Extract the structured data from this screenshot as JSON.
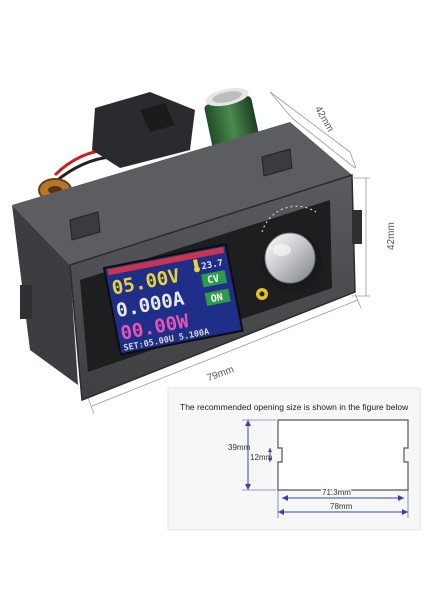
{
  "dimensions": {
    "top_depth": "42mm",
    "side_height": "42mm",
    "front_width": "79mm"
  },
  "display": {
    "voltage": "05.00V",
    "current": "0.000A",
    "power": "00.00W",
    "temperature": "23.7",
    "mode_badge": "CV",
    "output_badge": "ON",
    "set_line": "SET:05.00U 5.100A"
  },
  "figure": {
    "title": "The recommended opening size is shown in the figure below",
    "dim_39": "39mm",
    "dim_12": "12mm",
    "dim_71": "71.3mm",
    "dim_78": "78mm"
  },
  "colors": {
    "housing": "#4e4f52",
    "lcd_background": "#1f2e88",
    "voltage_text": "#e8d23a",
    "current_text": "#e8e8e8",
    "power_text": "#e455b5",
    "badge_cv": "#2f9a4a",
    "badge_on": "#2f9a4a",
    "dimension_line": "#3344aa"
  }
}
